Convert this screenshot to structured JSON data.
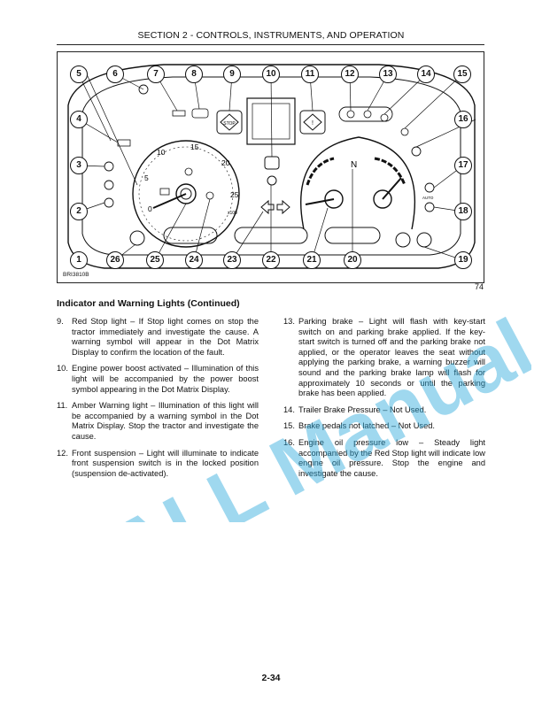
{
  "header": {
    "title": "SECTION 2 - CONTROLS, INSTRUMENTS, AND OPERATION"
  },
  "figure": {
    "code": "BRI3810B",
    "number": "74",
    "callouts": [
      "1",
      "2",
      "3",
      "4",
      "5",
      "6",
      "7",
      "8",
      "9",
      "10",
      "11",
      "12",
      "13",
      "14",
      "15",
      "16",
      "17",
      "18",
      "19",
      "20",
      "21",
      "22",
      "23",
      "24",
      "25",
      "26"
    ],
    "tach_labels": [
      "0",
      "5",
      "10",
      "15",
      "20",
      "25"
    ],
    "tach_unit": "x100",
    "gauge_letter": "N",
    "auto_label": "AUTO",
    "stop_label": "STOP"
  },
  "section_heading": "Indicator and Warning Lights (Continued)",
  "left_items": [
    {
      "num": "9.",
      "text": "Red Stop light – If Stop light comes on stop the tractor immediately and investigate the cause. A warning symbol will appear in the Dot Matrix Display to confirm the location of the fault."
    },
    {
      "num": "10.",
      "text": "Engine power boost activated – Illumination of this light will be accompanied by the power boost symbol appearing in the Dot Matrix Display."
    },
    {
      "num": "11.",
      "text": "Amber Warning light – Illumination of this light will be accompanied by a warning symbol in the Dot Matrix Display. Stop the tractor and investigate the cause."
    },
    {
      "num": "12.",
      "text": "Front suspension – Light will illuminate to indicate front suspension switch is in the locked position (suspension de-activated)."
    }
  ],
  "right_items": [
    {
      "num": "13.",
      "text": "Parking brake – Light will flash with key-start switch on and parking brake applied. If the key-start switch is turned off and the parking brake not applied, or the operator leaves the seat without applying the parking brake, a warning buzzer will sound and the parking brake lamp will flash for approximately 10 seconds or until the parking brake has been applied."
    },
    {
      "num": "14.",
      "text": "Trailer Brake Pressure – Not Used."
    },
    {
      "num": "15.",
      "text": "Brake pedals not latched – Not Used."
    },
    {
      "num": "16.",
      "text": "Engine oil pressure low – Steady light accompanied by the Red Stop light will indicate low engine oil pressure. Stop the engine and investigate the cause."
    }
  ],
  "watermark": "ALL Manual",
  "page_number": "2-34"
}
